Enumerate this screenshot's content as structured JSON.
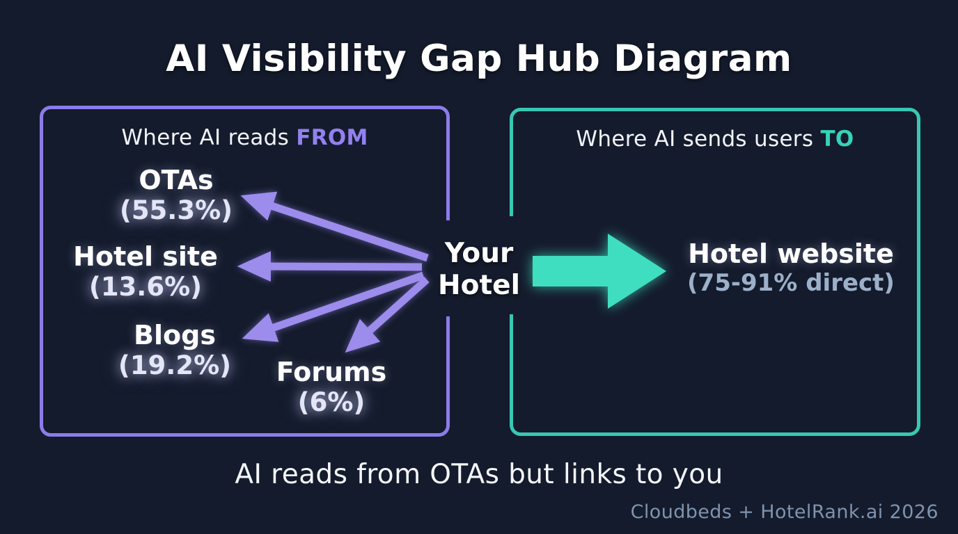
{
  "title": "AI Visibility Gap Hub Diagram",
  "hub": {
    "line1": "Your",
    "line2": "Hotel"
  },
  "left_box": {
    "header_prefix": "Where AI reads ",
    "header_highlight": "FROM",
    "nodes": [
      {
        "label": "OTAs",
        "value": "(55.3%)"
      },
      {
        "label": "Hotel site",
        "value": "(13.6%)"
      },
      {
        "label": "Blogs",
        "value": "(19.2%)"
      },
      {
        "label": "Forums",
        "value": "(6%)"
      }
    ]
  },
  "right_box": {
    "header_prefix": "Where AI sends users ",
    "header_highlight": "TO",
    "node": {
      "label": "Hotel website",
      "value": "(75-91% direct)"
    }
  },
  "edges": [
    {
      "from": "Your Hotel",
      "to": "OTAs",
      "color": "#9c8cec"
    },
    {
      "from": "Your Hotel",
      "to": "Hotel site",
      "color": "#9c8cec"
    },
    {
      "from": "Your Hotel",
      "to": "Blogs",
      "color": "#9c8cec"
    },
    {
      "from": "Your Hotel",
      "to": "Forums",
      "color": "#9c8cec"
    },
    {
      "from": "Your Hotel",
      "to": "Hotel website",
      "color": "#3fdec0"
    }
  ],
  "caption": "AI reads from OTAs but links to you",
  "footer": "Cloudbeds + HotelRank.ai 2026",
  "colors": {
    "background": "#141b2c",
    "purple_border": "#8c7ce9",
    "purple_arrow": "#9c8cec",
    "purple_highlight": "#9480f0",
    "teal_border": "#38c7b2",
    "teal_arrow": "#3fdec0",
    "teal_highlight": "#35d3ba",
    "white_text": "#ffffff",
    "muted_value_text": "#9db0c9",
    "footer_text": "#7f93ae"
  }
}
